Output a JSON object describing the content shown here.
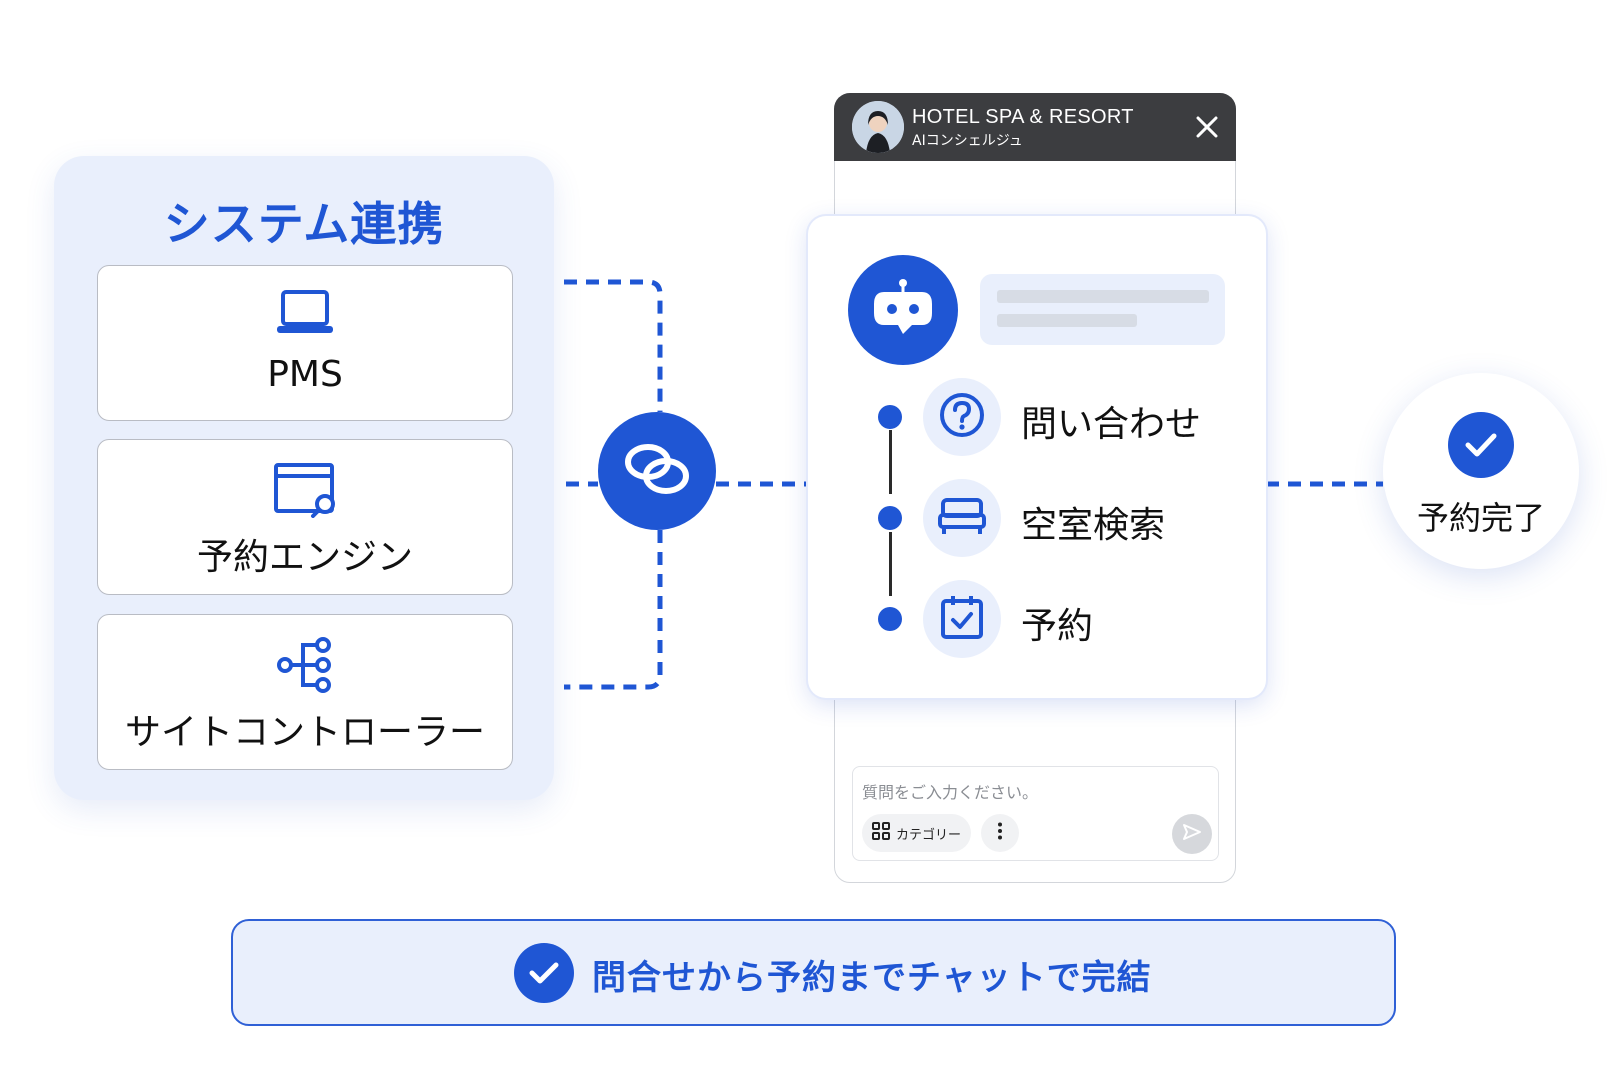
{
  "system": {
    "title": "システム連携",
    "items": [
      {
        "label": "PMS",
        "icon": "laptop-icon"
      },
      {
        "label": "予約エンジン",
        "icon": "browser-search-icon"
      },
      {
        "label": "サイトコントローラー",
        "icon": "hierarchy-icon"
      }
    ]
  },
  "hub": {
    "icon": "link-icon"
  },
  "chat": {
    "hotel_name": "HOTEL SPA & RESORT",
    "subtitle": "AIコンシェルジュ",
    "steps": [
      {
        "label": "問い合わせ",
        "icon": "question-icon"
      },
      {
        "label": "空室検索",
        "icon": "bed-icon"
      },
      {
        "label": "予約",
        "icon": "calendar-check-icon"
      }
    ],
    "input_placeholder": "質問をご入力ください。",
    "category_label": "カテゴリー"
  },
  "done": {
    "label": "予約完了"
  },
  "banner": {
    "text": "問合せから予約までチャットで完結"
  },
  "colors": {
    "accent": "#1f56d4",
    "panel": "#e9effc",
    "header": "#3c3d40"
  }
}
